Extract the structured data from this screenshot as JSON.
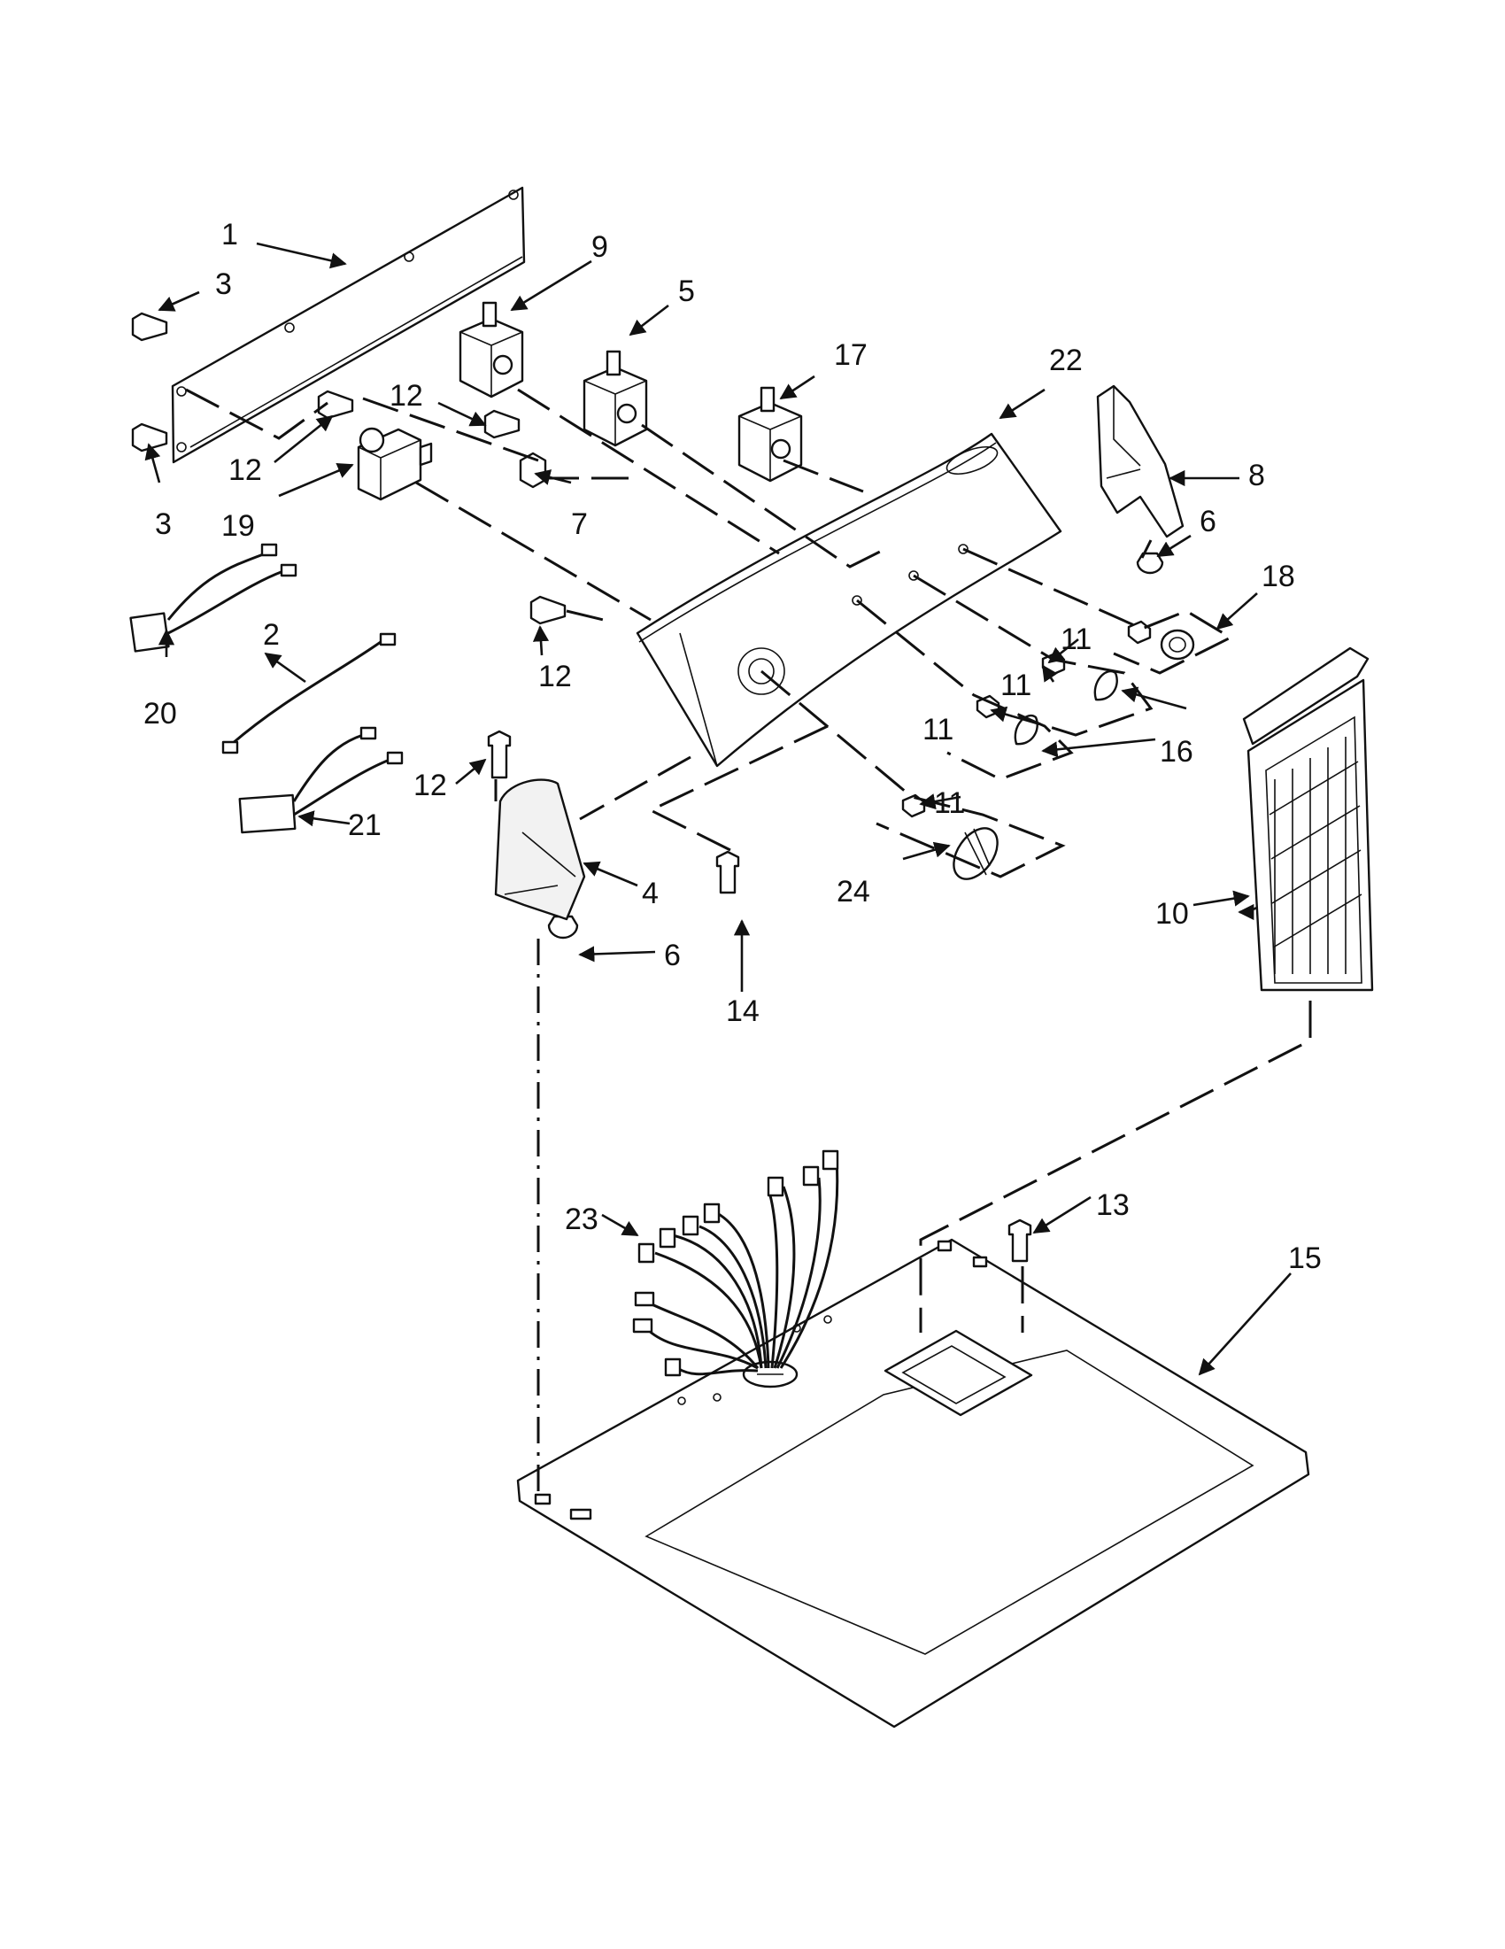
{
  "colors": {
    "line": "#111111",
    "background": "#ffffff",
    "part_shade": "#f2f2f2"
  },
  "callouts": {
    "c1": "1",
    "c2": "2",
    "c3a": "3",
    "c3b": "3",
    "c4": "4",
    "c5": "5",
    "c6a": "6",
    "c6b": "6",
    "c7": "7",
    "c8": "8",
    "c9": "9",
    "c10": "10",
    "c11a": "11",
    "c11b": "11",
    "c11c": "11",
    "c11d": "11",
    "c12a": "12",
    "c12b": "12",
    "c12c": "12",
    "c12d": "12",
    "c13": "13",
    "c14": "14",
    "c15": "15",
    "c16": "16",
    "c17": "17",
    "c18": "18",
    "c19": "19",
    "c20": "20",
    "c21": "21",
    "c22": "22",
    "c23": "23",
    "c24": "24"
  }
}
